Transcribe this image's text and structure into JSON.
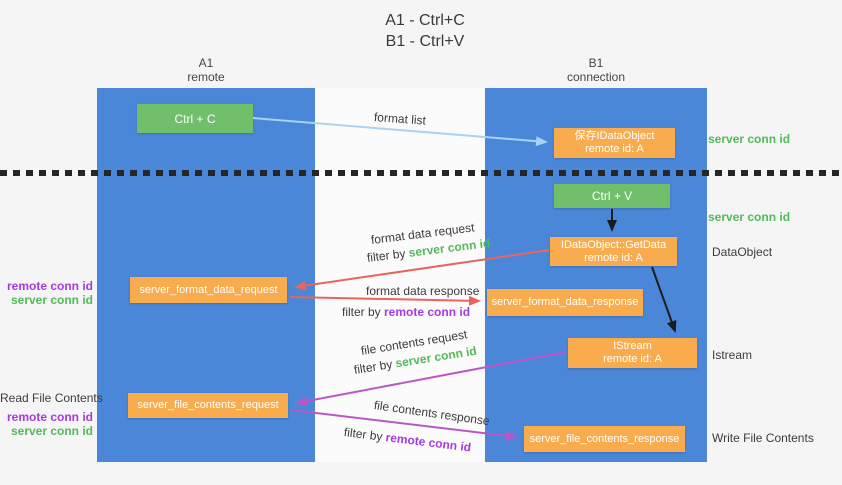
{
  "title": {
    "line1": "A1 - Ctrl+C",
    "line2": "B1 - Ctrl+V"
  },
  "columns": {
    "a1": {
      "name": "A1",
      "subtitle": "remote"
    },
    "b1": {
      "name": "B1",
      "subtitle": "connection"
    }
  },
  "nodes": {
    "ctrl_c": {
      "label": "Ctrl + C"
    },
    "save_dataobject": {
      "line1": "保存IDataObject",
      "line2": "remote id: A"
    },
    "ctrl_v": {
      "label": "Ctrl + V"
    },
    "getdata": {
      "line1": "IDataObject::GetData",
      "line2": "remote id: A"
    },
    "format_request": {
      "label": "server_format_data_request"
    },
    "format_response": {
      "label": "server_format_data_response"
    },
    "istream": {
      "line1": "IStream",
      "line2": "remote id: A"
    },
    "file_request": {
      "label": "server_file_contents_request"
    },
    "file_response": {
      "label": "server_file_contents_response"
    }
  },
  "right_labels": {
    "server_conn_id_top": "server conn id",
    "server_conn_id_mid": "server conn id",
    "dataobject": "DataObject",
    "istream": "Istream",
    "write_file_contents": "Write File Contents"
  },
  "left_labels": {
    "remote_conn_id_top": "remote conn id",
    "server_conn_id_top": "server conn id",
    "read_file_contents": "Read File Contents",
    "remote_conn_id_bottom": "remote conn id",
    "server_conn_id_bottom": "server conn id"
  },
  "flow_labels": {
    "format_list": "format list",
    "format_data_request": "format data request",
    "format_data_response": "format data response",
    "file_contents_request": "file contents request",
    "file_contents_response": "file contents response",
    "filter_by": "filter by ",
    "server_conn_id": "server conn id",
    "remote_conn_id": "remote conn id"
  },
  "colors": {
    "background": "#f5f5f5",
    "column_blue": "#4b87d9",
    "box_green": "#72bf6b",
    "box_orange": "#f9ac4d",
    "green_text": "#53b959",
    "purple_text": "#a53be0",
    "arrow_red": "#e8655c",
    "arrow_purple": "#bb57c5",
    "arrow_blue": "#a8d3f2",
    "arrow_black": "#1c1c1c",
    "dark_text": "#3c3c3c"
  }
}
